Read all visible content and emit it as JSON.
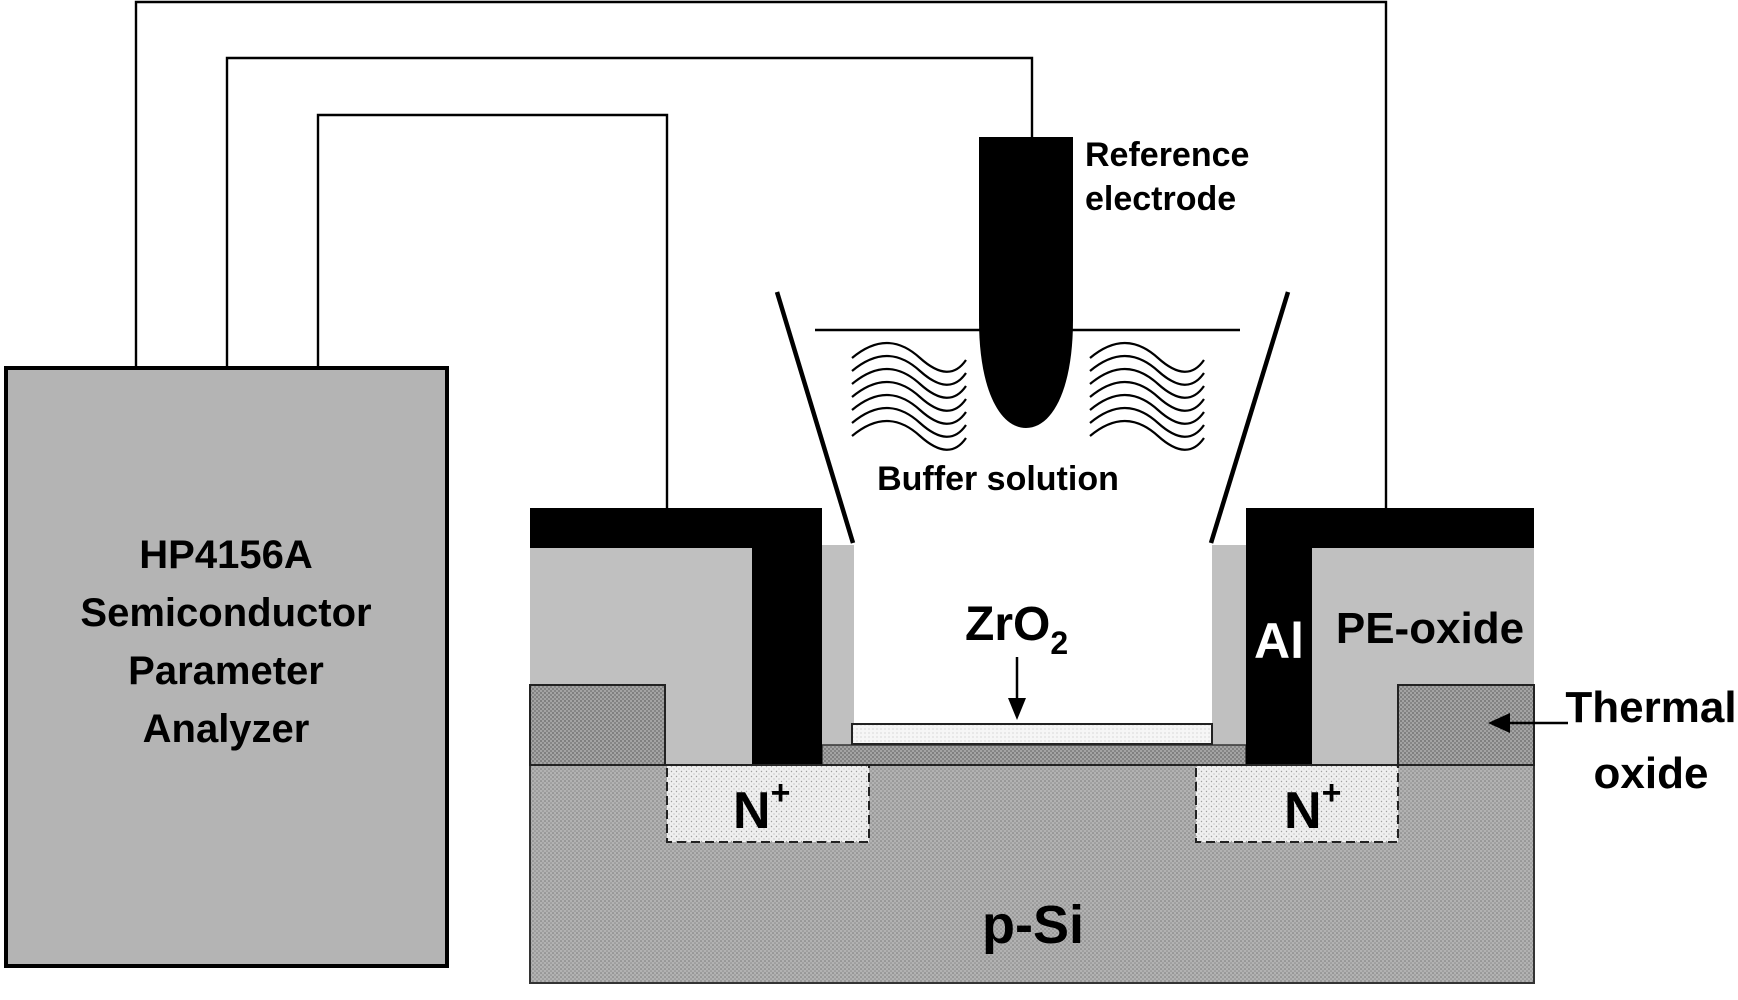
{
  "analyzer": {
    "line1": "HP4156A",
    "line2": "Semiconductor",
    "line3": "Parameter",
    "line4": "Analyzer"
  },
  "labels": {
    "reference_electrode_line1": "Reference",
    "reference_electrode_line2": "electrode",
    "buffer_solution": "Buffer solution",
    "zro2_main": "ZrO",
    "zro2_sub": "2",
    "al": "Al",
    "pe_oxide": "PE-oxide",
    "thermal_line1": "Thermal",
    "thermal_line2": "oxide",
    "n_plus_left_main": "N",
    "n_plus_left_sup": "+",
    "n_plus_right_main": "N",
    "n_plus_right_sup": "+",
    "p_si": "p-Si"
  },
  "colors": {
    "analyzer_fill": "#b4b4b4",
    "pe_oxide": "#c0c0c0",
    "substrate": "#b8b8b8",
    "metal": "#000000",
    "thermal_oxide": "#a8a8a8",
    "n_plus": "#eeeeee",
    "zro2": "#f2f2f2"
  }
}
